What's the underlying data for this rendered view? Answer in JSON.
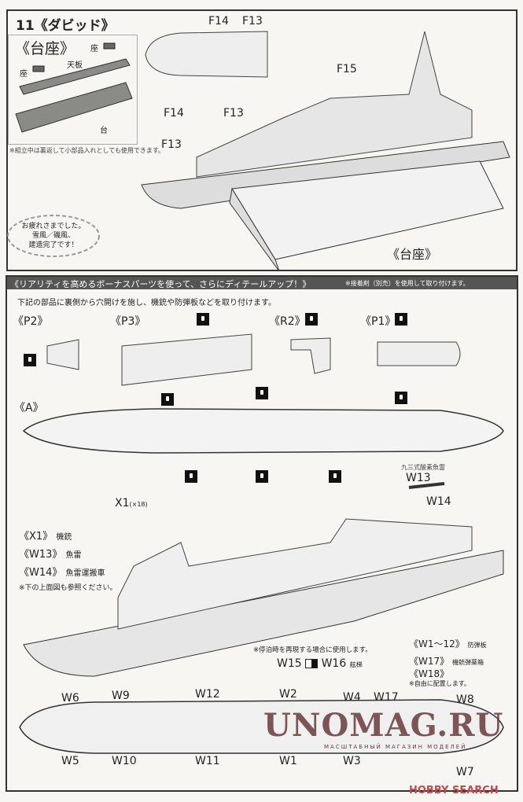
{
  "step11": {
    "title": "11《ダビッド》",
    "stand_box": {
      "title": "《台座》",
      "label_seat_1": "座",
      "label_seat_2": "座",
      "label_top_plate": "天板",
      "label_base": "台",
      "note": "※組立中は裏返して小部品入れとしても使用できます。"
    },
    "parts": {
      "f14_top": "F14",
      "f13_top": "F13",
      "f15": "F15",
      "f14_side": "F14",
      "f13_side": "F13",
      "f13_lower": "F13"
    },
    "stand_label": "《台座》",
    "bubble": {
      "line1": "お疲れさまでした。",
      "line2": "雪風／磯風、",
      "line3": "建造完了です！"
    }
  },
  "bonus": {
    "header": "《リアリティを高めるボーナスパーツを使って、さらにディテールアップ！》",
    "header_note": "※接着剤（別売）を使用して取り付けます。",
    "instruction": "下記の部品に裏側から穴開けを施し、機銃や防弾板などを取り付けます。",
    "part_labels": {
      "p2": "《P2》",
      "p3": "《P3》",
      "r2": "《R2》",
      "p1": "《P1》",
      "a": "《A》"
    },
    "x1_callout": "X1",
    "x1_count": "(×18)",
    "w13_caption": "九三式酸素魚雷",
    "w13": "W13",
    "w14": "W14",
    "legend": [
      {
        "code": "《X1》",
        "name": "機銃"
      },
      {
        "code": "《W13》",
        "name": "魚雷"
      },
      {
        "code": "《W14》",
        "name": "魚雷運搬車"
      }
    ],
    "legend_note": "※下の上面図も参照ください。",
    "ladder_note": "※停泊時を再現する場合に使用します。",
    "w15": "W15",
    "w16": "W16",
    "ladder_name": "舷梯",
    "right_legend": [
      {
        "code": "《W1〜12》",
        "name": "防弾板"
      },
      {
        "code": "《W17》",
        "name": "機銃弾薬箱"
      },
      {
        "code": "《W18》",
        "name": ""
      }
    ],
    "right_note": "※自由に配置します。",
    "plan_top": [
      "W6",
      "W9",
      "W12",
      "W2",
      "W4",
      "W17",
      "W8"
    ],
    "plan_bottom": [
      "W5",
      "W10",
      "W11",
      "W1",
      "W3",
      "W7"
    ]
  },
  "watermark": {
    "main": "UNOMAG.RU",
    "sub": "МАСШТАБНЫЙ МАГАЗИН МОДЕЛЕЙ"
  },
  "source_logo": "HOBBY SEARCH",
  "colors": {
    "header_bar": "#555555",
    "part_gray": "#8a8a86",
    "watermark": "#6b3a3a",
    "logo_red": "#c44a4a"
  }
}
